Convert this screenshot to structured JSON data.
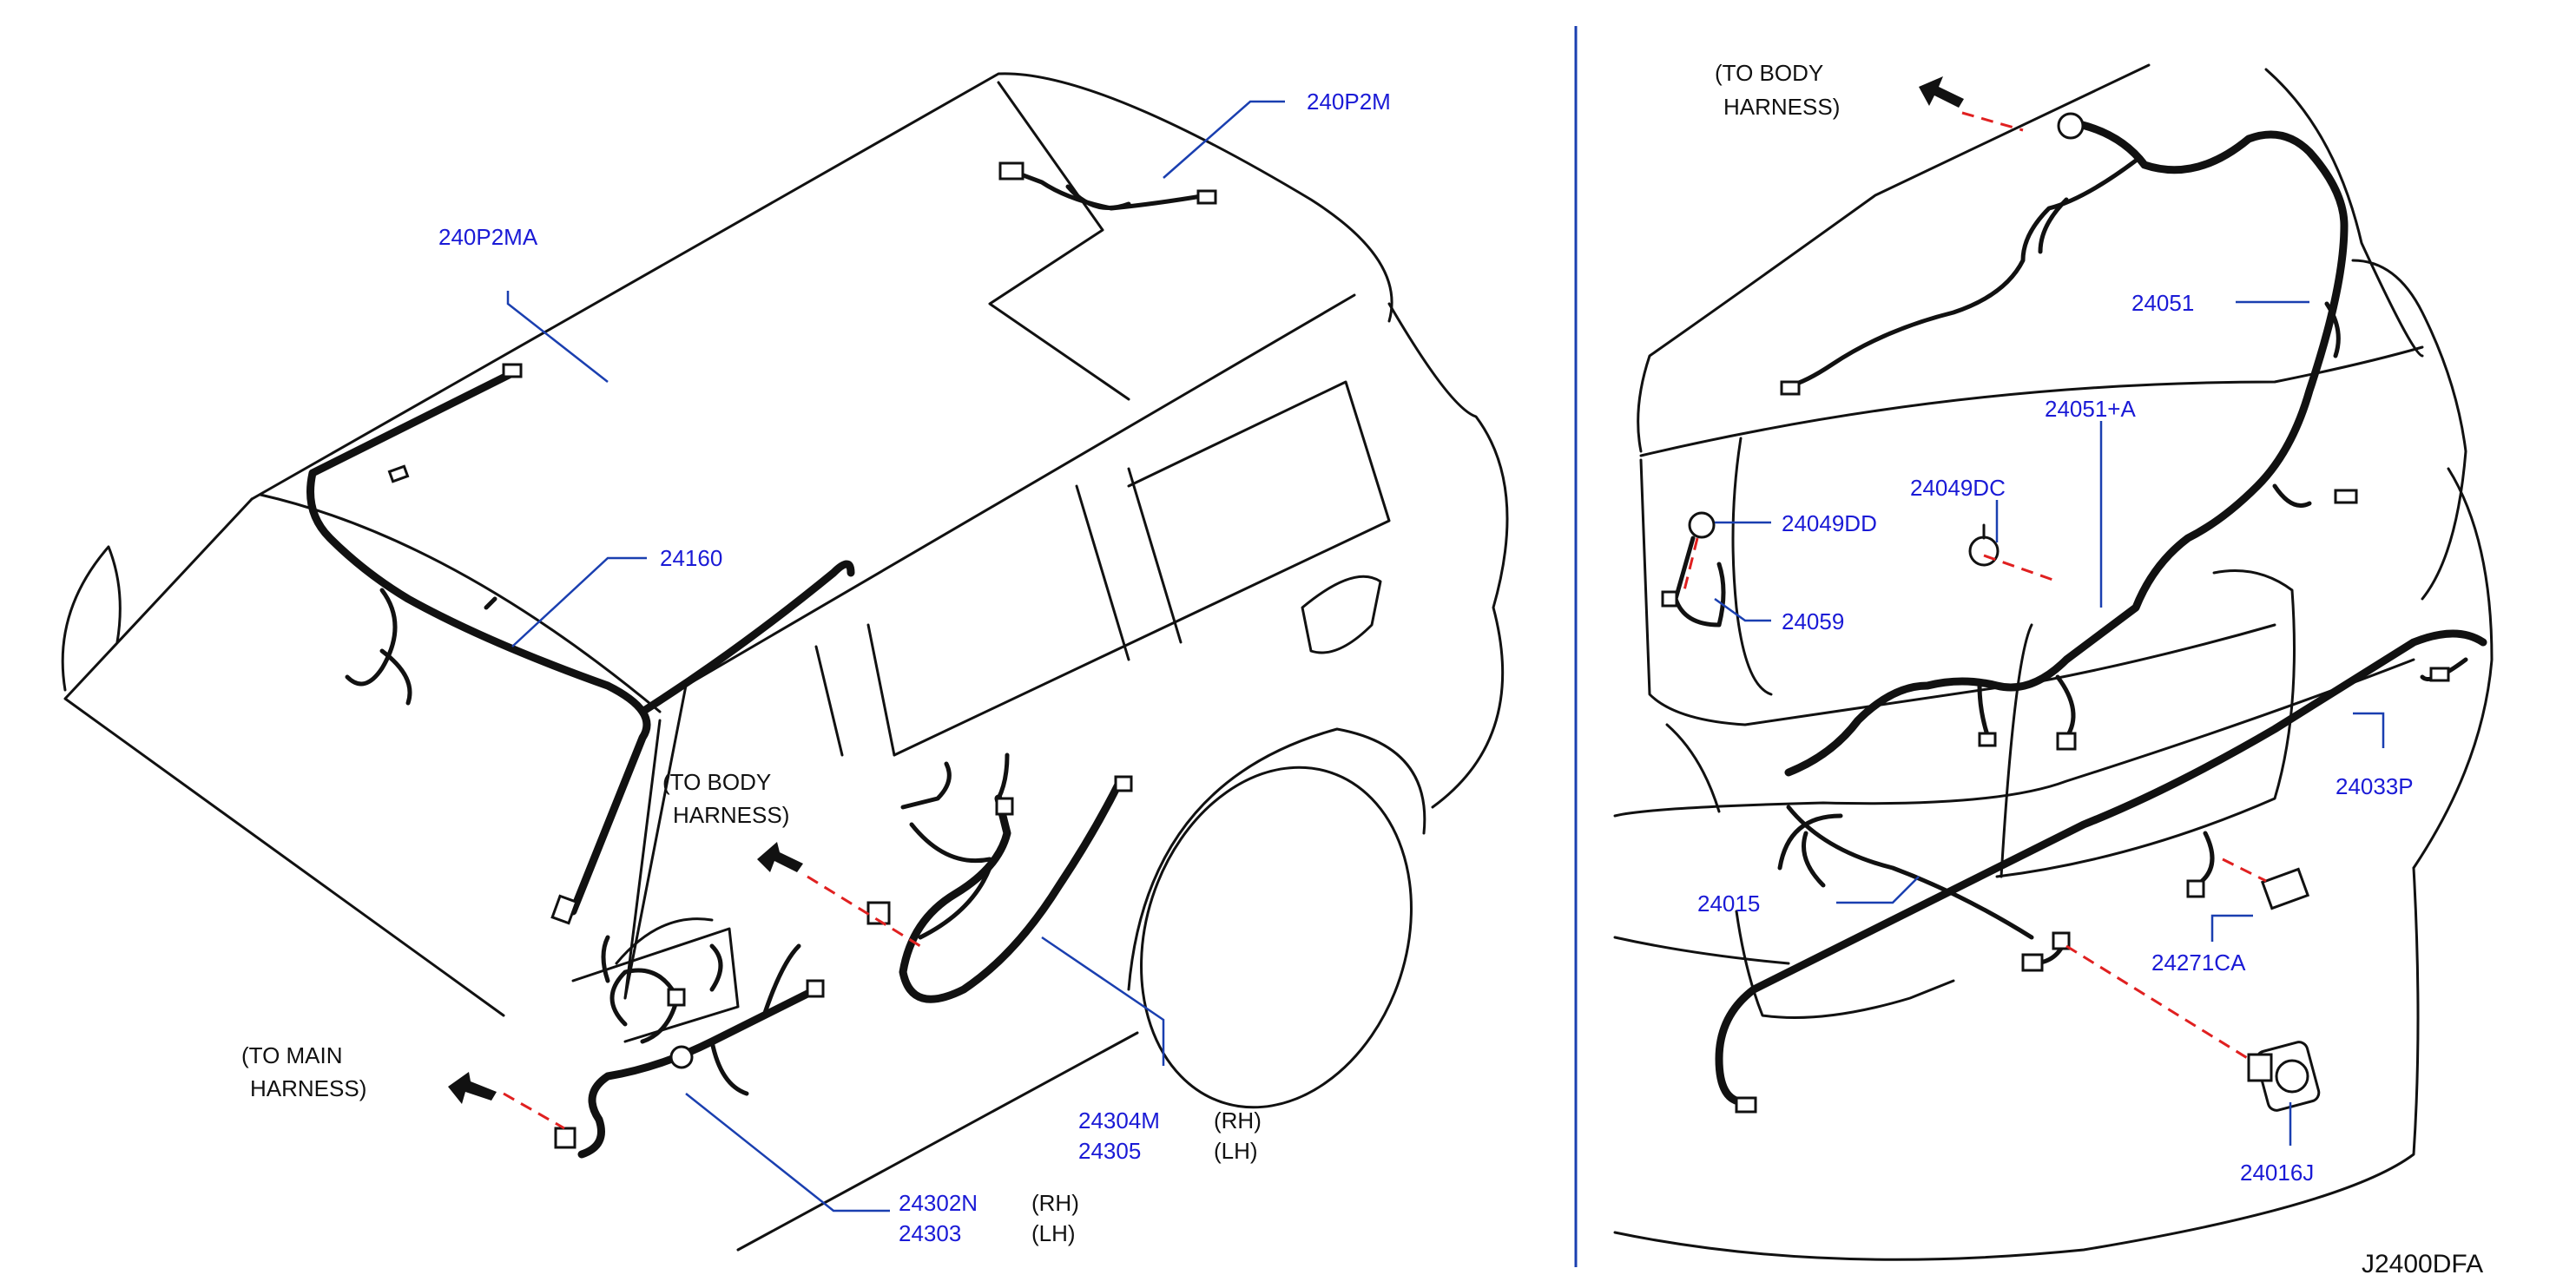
{
  "diagram_code": "J2400DFA",
  "notes": {
    "to_body_harness_left": [
      "(TO   BODY",
      "HARNESS)"
    ],
    "to_main_harness": [
      "(TO   MAIN",
      "HARNESS)"
    ],
    "to_body_harness_right": [
      "(TO   BODY",
      "HARNESS)"
    ],
    "rh": "(RH)",
    "lh": "(LH)"
  },
  "parts": {
    "p240P2M": "240P2M",
    "p240P2MA": "240P2MA",
    "p24160": "24160",
    "p24304M": "24304M",
    "p24305": "24305",
    "p24302N": "24302N",
    "p24303": "24303",
    "p24051": "24051",
    "p24051A": "24051+A",
    "p24049DC": "24049DC",
    "p24049DD": "24049DD",
    "p24059": "24059",
    "p24033P": "24033P",
    "p24015": "24015",
    "p24271CA": "24271CA",
    "p24016J": "24016J"
  },
  "colors": {
    "part_label": "#1a1ad6",
    "leader": "#1a3fb0",
    "connection_dashed": "#e02020",
    "outline": "#111111"
  }
}
